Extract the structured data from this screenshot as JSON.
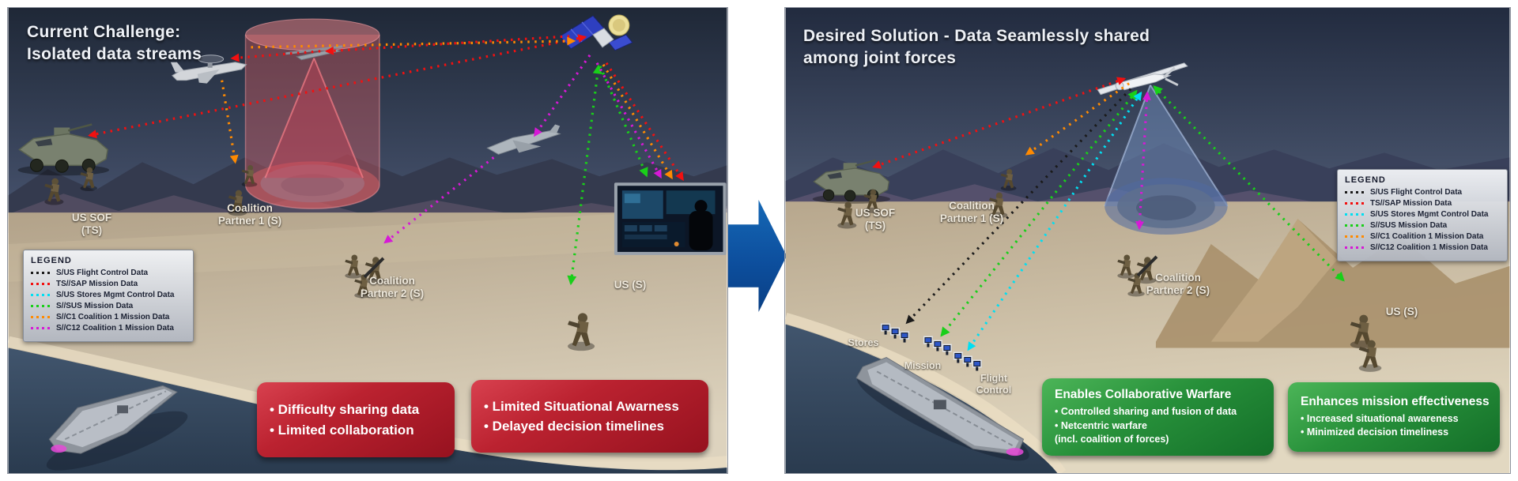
{
  "left_panel": {
    "title_line1": "Current Challenge:",
    "title_line2": "Isolated data streams",
    "units": {
      "us_sof_line1": "US SOF",
      "us_sof_line2": "(TS)",
      "cp1_line1": "Coalition",
      "cp1_line2": "Partner 1 (S)",
      "cp2_line1": "Coalition",
      "cp2_line2": "Partner 2 (S)",
      "us": "US (S)"
    },
    "callout1_lines": [
      "• Difficulty sharing data",
      "• Limited collaboration"
    ],
    "callout2_lines": [
      "• Limited Situational Awarness",
      "• Delayed decision timelines"
    ]
  },
  "right_panel": {
    "title_line1": "Desired Solution - Data Seamlessly shared",
    "title_line2": "among joint forces",
    "units": {
      "us_sof_line1": "US SOF",
      "us_sof_line2": "(TS)",
      "cp1_line1": "Coalition",
      "cp1_line2": "Partner 1 (S)",
      "cp2_line1": "Coalition",
      "cp2_line2": "Partner 2 (S)",
      "us": "US (S)"
    },
    "stations": {
      "stores": "Stores",
      "mission": "Mission",
      "flight_line1": "Flight",
      "flight_line2": "Control"
    },
    "callout1_title": "Enables Collaborative Warfare",
    "callout1_lines": [
      "• Controlled sharing and fusion of data",
      "• Netcentric warfare",
      "(incl. coalition of forces)"
    ],
    "callout2_title": "Enhances mission effectiveness",
    "callout2_lines": [
      "• Increased situational awareness",
      "• Minimized decision timeliness"
    ]
  },
  "legend": {
    "title": "LEGEND",
    "items": [
      {
        "label": "S/US Flight Control Data",
        "color": "#1a1a1a"
      },
      {
        "label": "TS//SAP Mission Data",
        "color": "#f21010"
      },
      {
        "label": "S/US Stores Mgmt Control Data",
        "color": "#00dff2"
      },
      {
        "label": "S//SUS Mission Data",
        "color": "#19cf19"
      },
      {
        "label": "S//C1 Coalition 1 Mission Data",
        "color": "#ff8a00"
      },
      {
        "label": "S//C12 Coalition 1 Mission Data",
        "color": "#d619d6"
      }
    ]
  },
  "colors": {
    "transition_arrow": "#0d4f9e",
    "challenge_box": "#bb2230",
    "solution_box": "#27903a",
    "sensor_cone_left": "#d75a64",
    "sensor_cone_right": "#5a7dc0"
  }
}
